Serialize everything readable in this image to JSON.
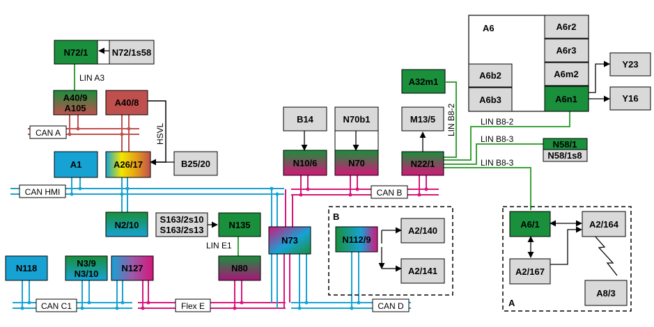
{
  "colors": {
    "red": "#c0504d",
    "green": "#1a8f3c",
    "blue": "#17a2d4",
    "pink": "#d6157a",
    "grey": "#d9d9d9",
    "link": "#3aa13a",
    "mixed": "#7a5aa0"
  },
  "modules": {
    "n72_1": "N72/1",
    "n72_1s58": "N72/1s58",
    "a40_9": [
      "A40/9",
      "A105"
    ],
    "a40_8": "A40/8",
    "a1": "A1",
    "a26_17": "A26/17",
    "b25_20": "B25/20",
    "n2_10": "N2/10",
    "s163": [
      "S163/2s10",
      "S163/2s13"
    ],
    "n135": "N135",
    "n80": "N80",
    "n118": "N118",
    "n3": [
      "N3/9",
      "N3/10"
    ],
    "n127": "N127",
    "n73": "N73",
    "b14": "B14",
    "n70b1": "N70b1",
    "m13_5": "M13/5",
    "a32m1": "A32m1",
    "n10_6": "N10/6",
    "n70": "N70",
    "n22_1": "N22/1",
    "a6": "A6",
    "a6r2": "A6r2",
    "a6r3": "A6r3",
    "a6m2": "A6m2",
    "a6b2": "A6b2",
    "a6b3": "A6b3",
    "a6n1": "A6n1",
    "y23": "Y23",
    "y16": "Y16",
    "n58_1": "N58/1",
    "n58_1s8": "N58/1s8",
    "n112_9": "N112/9",
    "a2_140": "A2/140",
    "a2_141": "A2/141",
    "a6_1": "A6/1",
    "a2_164": "A2/164",
    "a2_167": "A2/167",
    "a8_3": "A8/3"
  },
  "buses": {
    "can_a": "CAN A",
    "can_hmi": "CAN HMI",
    "can_b": "CAN B",
    "can_c1": "CAN C1",
    "flex_e": "Flex E",
    "can_d": "CAN D"
  },
  "links": {
    "lin_a3": "LIN A3",
    "hsvl": "HSVL",
    "lin_e1": "LIN E1",
    "lin_b8_2a": "LIN B8-2",
    "lin_b8_2b": "LIN B8-2",
    "lin_b8_3a": "LIN B8-3",
    "lin_b8_3b": "LIN B8-3"
  },
  "groups": {
    "b": "B",
    "a": "A"
  }
}
